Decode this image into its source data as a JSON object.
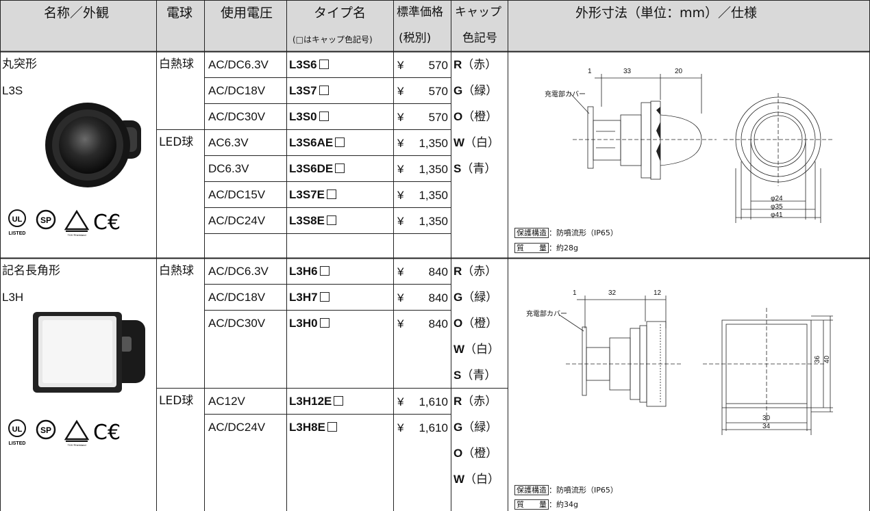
{
  "header": {
    "col1": "名称／外観",
    "col2": "電球",
    "col3": "使用電圧",
    "col4": "タイプ名",
    "col4_sub": "(□はキャップ色記号)",
    "col5": "標準価格",
    "col5_sub": "(税別)",
    "col6": "キャップ",
    "col6_sub": "色記号",
    "col7": "外形寸法（単位：mm）／仕様"
  },
  "section1": {
    "name": "丸突形",
    "model": "L3S",
    "bulb_incandescent": "白熱球",
    "bulb_led": "LED球",
    "rows": [
      {
        "voltage": "AC/DC6.3V",
        "type": "L3S6",
        "price": "570"
      },
      {
        "voltage": "AC/DC18V",
        "type": "L3S7",
        "price": "570"
      },
      {
        "voltage": "AC/DC30V",
        "type": "L3S0",
        "price": "570"
      },
      {
        "voltage": "AC6.3V",
        "type": "L3S6AE",
        "price": "1,350"
      },
      {
        "voltage": "DC6.3V",
        "type": "L3S6DE",
        "price": "1,350"
      },
      {
        "voltage": "AC/DC15V",
        "type": "L3S7E",
        "price": "1,350"
      },
      {
        "voltage": "AC/DC24V",
        "type": "L3S8E",
        "price": "1,350"
      }
    ],
    "caps": [
      {
        "code": "R",
        "color": "（赤）"
      },
      {
        "code": "G",
        "color": "（緑）"
      },
      {
        "code": "O",
        "color": "（橙）"
      },
      {
        "code": "W",
        "color": "（白）"
      },
      {
        "code": "S",
        "color": "（青）"
      }
    ],
    "dims": {
      "d1": "1",
      "d2": "33",
      "d3": "20",
      "cover": "充電部カバー",
      "phi1": "φ24",
      "phi2": "φ35",
      "phi3": "φ41"
    },
    "spec_protect_label": "保護構造",
    "spec_protect": "：防噴流形（IP65）",
    "spec_mass_label": "質　　量",
    "spec_mass": "：約28g"
  },
  "section2": {
    "name": "記名長角形",
    "model": "L3H",
    "bulb_incandescent": "白熱球",
    "bulb_led": "LED球",
    "rows": [
      {
        "voltage": "AC/DC6.3V",
        "type": "L3H6",
        "price": "840"
      },
      {
        "voltage": "AC/DC18V",
        "type": "L3H7",
        "price": "840"
      },
      {
        "voltage": "AC/DC30V",
        "type": "L3H0",
        "price": "840"
      },
      {
        "voltage": "AC12V",
        "type": "L3H12E",
        "price": "1,610"
      },
      {
        "voltage": "AC/DC24V",
        "type": "L3H8E",
        "price": "1,610"
      }
    ],
    "caps_inc": [
      {
        "code": "R",
        "color": "（赤）"
      },
      {
        "code": "G",
        "color": "（緑）"
      },
      {
        "code": "O",
        "color": "（橙）"
      },
      {
        "code": "W",
        "color": "（白）"
      },
      {
        "code": "S",
        "color": "（青）"
      }
    ],
    "caps_led": [
      {
        "code": "R",
        "color": "（赤）"
      },
      {
        "code": "G",
        "color": "（緑）"
      },
      {
        "code": "O",
        "color": "（橙）"
      },
      {
        "code": "W",
        "color": "（白）"
      }
    ],
    "dims": {
      "d1": "1",
      "d2": "32",
      "d3": "12",
      "cover": "充電部カバー",
      "h1": "36",
      "h2": "40",
      "w1": "30",
      "w2": "34"
    },
    "spec_protect_label": "保護構造",
    "spec_protect": "：防噴流形（IP65）",
    "spec_mass_label": "質　　量",
    "spec_mass": "：約34g"
  },
  "yen": "¥",
  "colors": {
    "header_bg": "#d9d9d9",
    "line": "#222222"
  }
}
